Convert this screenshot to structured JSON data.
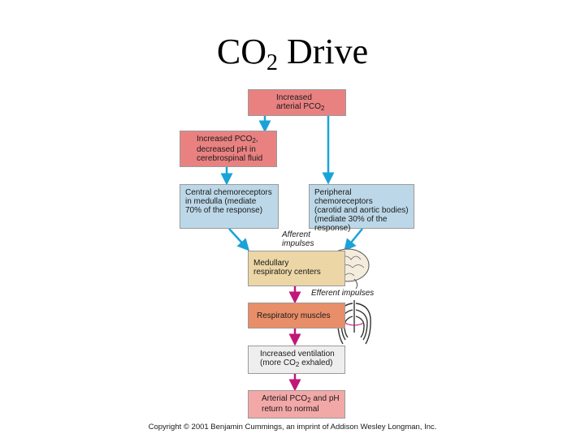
{
  "title": {
    "main": "CO",
    "sub": "2",
    "rest": " Drive"
  },
  "boxes": {
    "increased_arterial": {
      "line1": "Increased",
      "line2_pre": "arterial PCO",
      "line2_sub": "2"
    },
    "csf": {
      "line1_pre": "Increased PCO",
      "line1_sub": "2",
      "line1_post": ",",
      "line2": "decreased pH in",
      "line3": "cerebrospinal fluid"
    },
    "central": {
      "line1": "Central chemoreceptors",
      "line2": "in medulla (mediate",
      "line3": "70% of the response)"
    },
    "peripheral": {
      "line1": "Peripheral chemoreceptors",
      "line2": "(carotid and aortic bodies)",
      "line3": "(mediate 30% of the",
      "line4": "response)"
    },
    "medullary": {
      "line1": "Medullary",
      "line2": "respiratory centers"
    },
    "muscles": {
      "text": "Respiratory muscles"
    },
    "ventilation": {
      "line1": "Increased ventilation",
      "line2_pre": "(more CO",
      "line2_sub": "2",
      "line2_post": " exhaled)"
    },
    "normal": {
      "line1_pre": "Arterial PCO",
      "line1_sub": "2",
      "line1_post": " and pH",
      "line2": "return to normal"
    }
  },
  "labels": {
    "afferent_1": "Afferent",
    "afferent_2": "impulses",
    "efferent": "Efferent impulses"
  },
  "copyright": "Copyright © 2001 Benjamin Cummings, an imprint of Addison Wesley Longman, Inc.",
  "colors": {
    "blue_arrow": "#1aa3d8",
    "magenta_arrow": "#c0177a"
  }
}
